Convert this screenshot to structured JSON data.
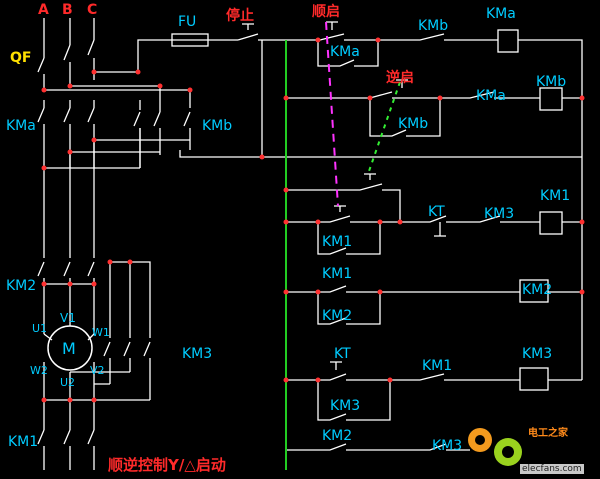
{
  "diagram": {
    "phases": [
      "A",
      "B",
      "C"
    ],
    "breaker_qf": "QF",
    "fuse_fu": "FU",
    "stop_button": "停止",
    "forward_start_button": "顺启",
    "reverse_start_button": "逆启",
    "contactor_kma": "KMa",
    "contactor_kmb": "KMb",
    "contactor_km1": "KM1",
    "contactor_km2": "KM2",
    "contactor_km3": "KM3",
    "timer_kt": "KT",
    "motor": "M",
    "terminals": {
      "u1": "U1",
      "v1": "V1",
      "w1": "W1",
      "w2": "W2",
      "u2": "U2",
      "v2": "V2"
    },
    "caption": "顺逆控制Y/△启动"
  },
  "watermark": {
    "text": "电工之家",
    "url": "elecfans.com"
  },
  "colors": {
    "wire": "#ffffff",
    "label": "#00ccff",
    "red_label": "#ff2a2a",
    "phase_label": "#ff2a2a",
    "qf_label": "#ffe000",
    "power_rail": "#22cc22",
    "junction": "#ff3030",
    "link_magenta": "#ff33ff",
    "link_green": "#33ee33"
  }
}
